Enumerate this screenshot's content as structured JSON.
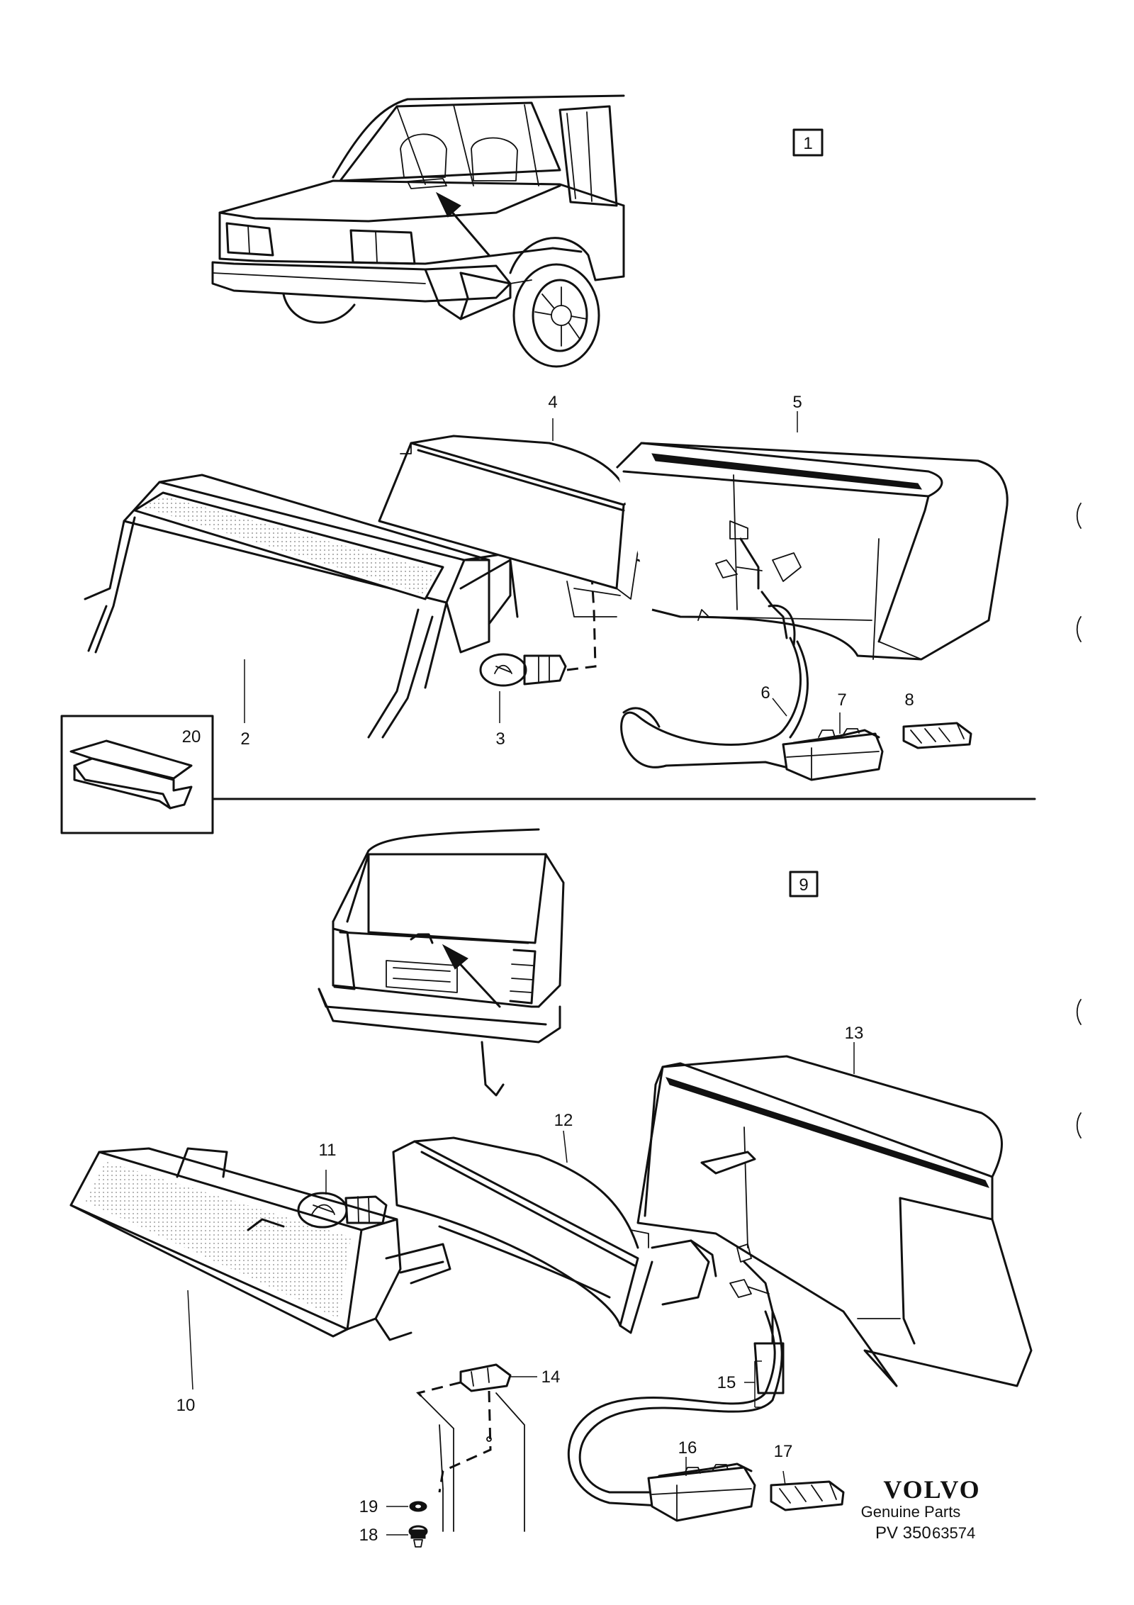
{
  "diagram": {
    "group_boxes": [
      {
        "id": "box-1",
        "label": "1"
      },
      {
        "id": "box-9",
        "label": "9"
      }
    ],
    "callouts": [
      {
        "id": "2",
        "label": "2"
      },
      {
        "id": "3",
        "label": "3"
      },
      {
        "id": "4",
        "label": "4"
      },
      {
        "id": "5",
        "label": "5"
      },
      {
        "id": "6",
        "label": "6"
      },
      {
        "id": "7",
        "label": "7"
      },
      {
        "id": "8",
        "label": "8"
      },
      {
        "id": "10",
        "label": "10"
      },
      {
        "id": "11",
        "label": "11"
      },
      {
        "id": "12",
        "label": "12"
      },
      {
        "id": "13",
        "label": "13"
      },
      {
        "id": "14",
        "label": "14"
      },
      {
        "id": "15",
        "label": "15"
      },
      {
        "id": "16",
        "label": "16"
      },
      {
        "id": "17",
        "label": "17"
      },
      {
        "id": "18",
        "label": "18"
      },
      {
        "id": "19",
        "label": "19"
      },
      {
        "id": "20",
        "label": "20"
      }
    ]
  },
  "footer": {
    "brand": "VOLVO",
    "subtitle": "Genuine Parts",
    "code_prefix": "PV 350",
    "code_number": "63574"
  }
}
